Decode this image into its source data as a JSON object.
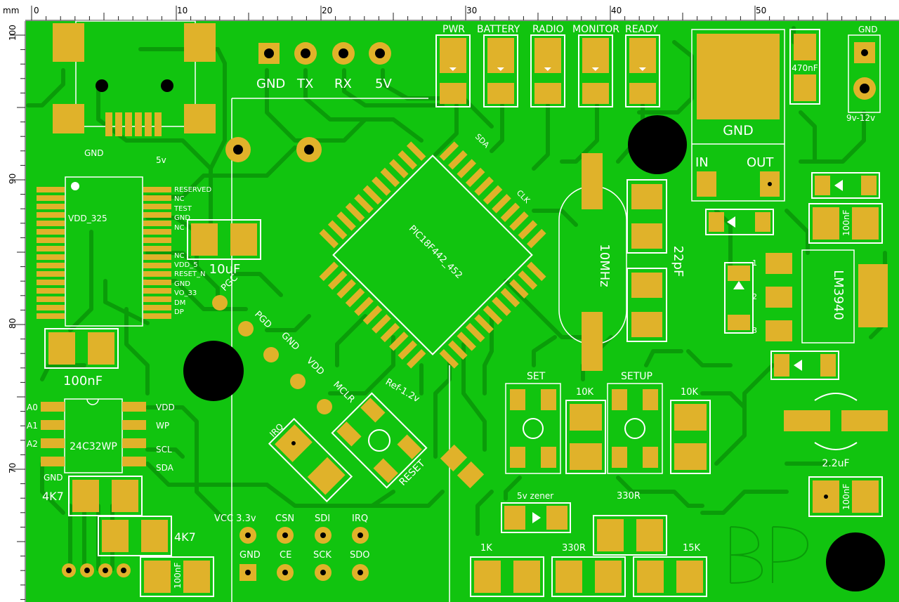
{
  "ruler": {
    "unit_label": "mm",
    "top_labels": [
      "0",
      "10",
      "20",
      "30",
      "40",
      "50"
    ],
    "left_labels": [
      "100",
      "90",
      "80",
      "70"
    ]
  },
  "colors": {
    "board": "#11c40f",
    "copper": "#0a9c09",
    "pad": "#e0b22a",
    "silk": "#ffffff",
    "hole": "#000000"
  },
  "connector_labels": [
    "GND",
    "TX",
    "RX",
    "5V"
  ],
  "led_labels": [
    "PWR",
    "BATTERY",
    "RADIO",
    "MONITOR",
    "READY"
  ],
  "mcu_label": "PIC18F442_452",
  "crystal_label": "10MHz",
  "cap_labels": {
    "c470": "470nF",
    "c100_a": "100nF",
    "c100_b": "100nF",
    "c100_c": "100nF",
    "c100_d": "100nF",
    "c10u": "10uF",
    "c22p": "22pF",
    "c22u": "2.2uF"
  },
  "regulator": {
    "gnd": "GND",
    "in": "IN",
    "out": "OUT"
  },
  "ldo_label": "LM3940",
  "ldo_pins": [
    "1",
    "2",
    "3"
  ],
  "power_in": {
    "gnd": "GND",
    "range": "9v-12v"
  },
  "usb": {
    "gnd": "GND",
    "v5": "5v"
  },
  "radio_module": {
    "name": "VDD_325",
    "pins": [
      "RESERVED",
      "NC",
      "TEST",
      "GND",
      "NC",
      "NC",
      "VDD_5",
      "RESET_N",
      "GND",
      "VO_33",
      "DM",
      "DP"
    ]
  },
  "eeprom": {
    "name": "24C32WP",
    "left": [
      "A0",
      "A1",
      "A2",
      "GND"
    ],
    "right": [
      "VDD",
      "WP",
      "SCL",
      "SDA"
    ]
  },
  "resistors": {
    "r4k7_a": "4K7",
    "r4k7_b": "4K7",
    "r10k_a": "10K",
    "r10k_b": "10K",
    "r330_a": "330R",
    "r330_b": "330R",
    "r1k": "1K",
    "r15k": "15K"
  },
  "icsp": [
    "PGC",
    "PGD",
    "GND",
    "VDD",
    "MCLR"
  ],
  "misc": {
    "ref": "Ref-1.2v",
    "reset": "RESET",
    "irq": "IRQ",
    "set": "SET",
    "setup": "SETUP",
    "zener": "5v zener",
    "clk": "CLK",
    "sda": "SDA"
  },
  "radio_header_top": [
    "VCC 3.3v",
    "CSN",
    "SDI",
    "IRQ"
  ],
  "radio_header_bottom": [
    "GND",
    "CE",
    "SCK",
    "SDO"
  ]
}
